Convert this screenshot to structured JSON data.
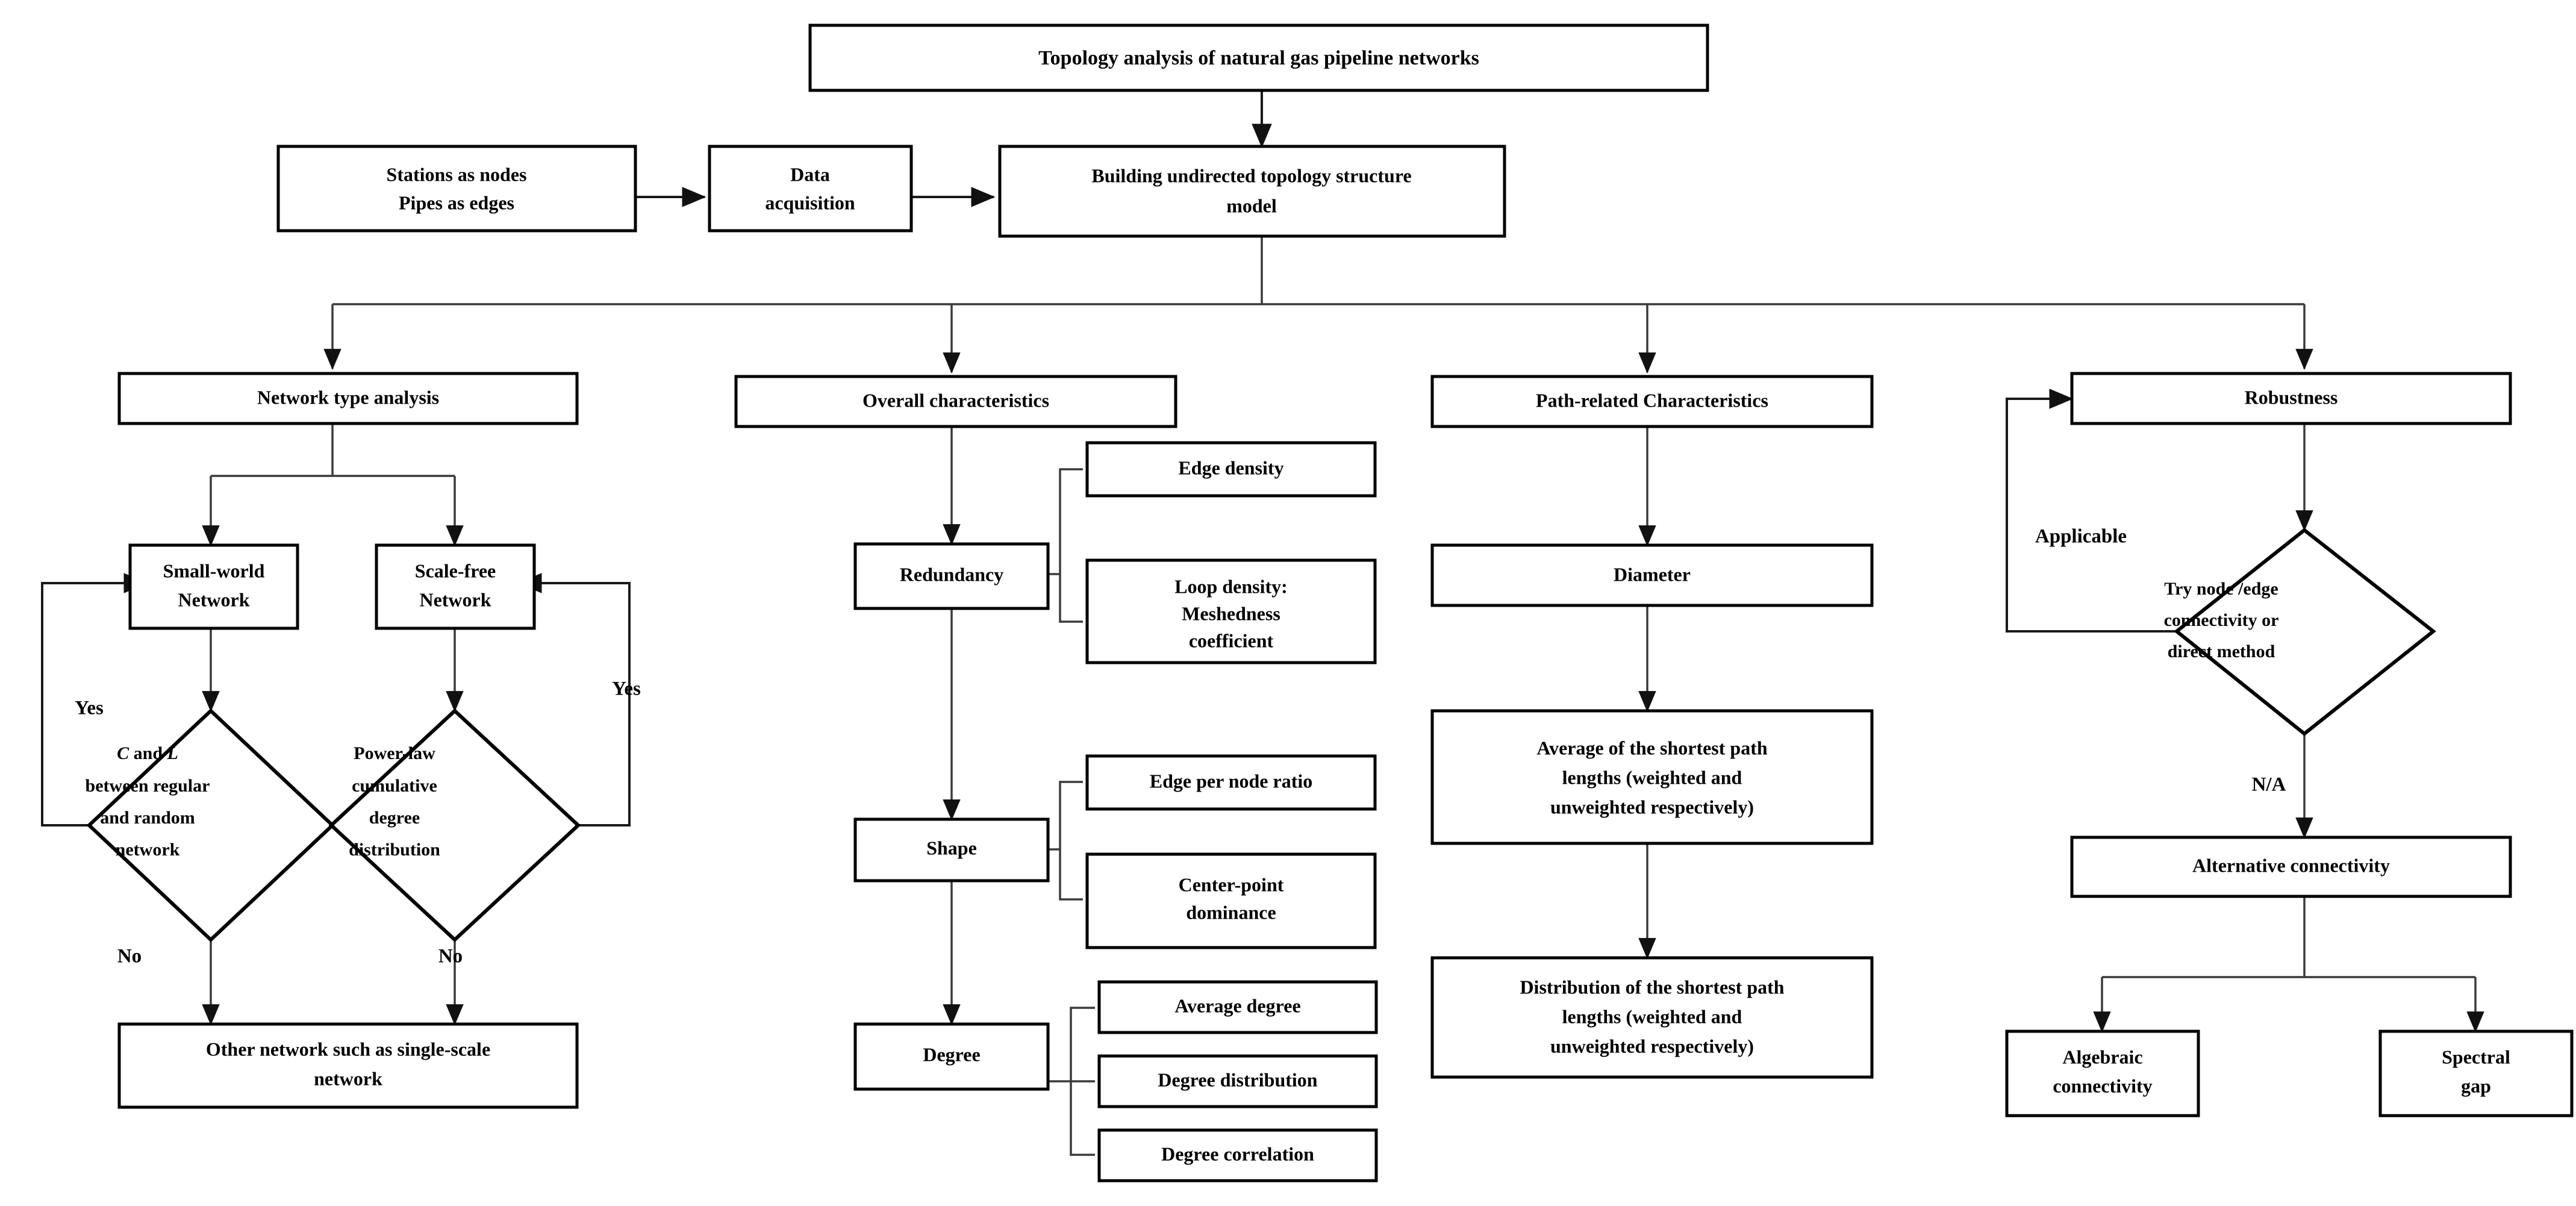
{
  "diagram": {
    "title": "Topology analysis of natural gas pipeline networks",
    "nodes": {
      "root": "Topology analysis of natural gas pipeline networks",
      "stations": "Stations as nodes\nPipes as edges",
      "stations_line1": "Stations as nodes",
      "stations_line2": "Pipes as edges",
      "data_acq_line1": "Data",
      "data_acq_line2": "acquisition",
      "building_line1": "Building undirected topology structure",
      "building_line2": "model",
      "col1_head": "Network type analysis",
      "col2_head": "Overall characteristics",
      "col3_head": "Path-related Characteristics",
      "col4_head": "Robustness",
      "small_world_line1": "Small-world",
      "small_world_line2": "Network",
      "scale_free_line1": "Scale-free",
      "scale_free_line2": "Network",
      "diamond1_line1_a": "C",
      "diamond1_line1_b": " and ",
      "diamond1_line1_c": "L",
      "diamond1_line2": "between regular",
      "diamond1_line3": "and random",
      "diamond1_line4": "network",
      "diamond2_line1": "Power-law",
      "diamond2_line2": "cumulative",
      "diamond2_line3": "degree",
      "diamond2_line4": "distribution",
      "other_network_line1": "Other network such as single-scale",
      "other_network_line2": "network",
      "redundancy": "Redundancy",
      "edge_density": "Edge density",
      "loop_density_line1": "Loop density:",
      "loop_density_line2": "Meshedness",
      "loop_density_line3": "coefficient",
      "shape": "Shape",
      "edge_per_node": "Edge per node ratio",
      "center_point_line1": "Center-point",
      "center_point_line2": "dominance",
      "degree": "Degree",
      "average_degree": "Average degree",
      "degree_distribution": "Degree distribution",
      "degree_correlation": "Degree correlation",
      "diameter": "Diameter",
      "avg_shortest_line1": "Average of the shortest path",
      "avg_shortest_line2": "lengths (weighted and",
      "avg_shortest_line3": "unweighted respectively)",
      "dist_shortest_line1": "Distribution of the shortest path",
      "dist_shortest_line2": "lengths (weighted and",
      "dist_shortest_line3": "unweighted respectively)",
      "robustness_diamond_line1": "Try node /edge",
      "robustness_diamond_line2": "connectivity or",
      "robustness_diamond_line3": "direct method",
      "alternative_connectivity": "Alternative connectivity",
      "algebraic_line1": "Algebraic",
      "algebraic_line2": "connectivity",
      "spectral_line1": "Spectral",
      "spectral_line2": "gap"
    },
    "edge_labels": {
      "yes_left": "Yes",
      "yes_right": "Yes",
      "no_left": "No",
      "no_right": "No",
      "applicable": "Applicable",
      "na": "N/A"
    },
    "colors": {
      "stroke": "#000000",
      "fill": "#ffffff",
      "text": "#000000",
      "edge": "#1a1a1a"
    }
  }
}
